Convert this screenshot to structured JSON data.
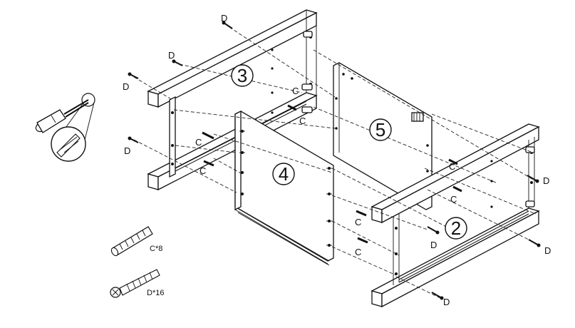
{
  "parts": {
    "p2": "2",
    "p3": "3",
    "p4": "4",
    "p5": "5"
  },
  "fastener_labels": {
    "c": "C",
    "d": "D"
  },
  "legend": {
    "dowel": {
      "label": "C*8",
      "icon": "wood-dowel-icon"
    },
    "screw": {
      "label": "D*16",
      "icon": "screw-icon"
    }
  },
  "tool": {
    "icon": "screwdriver-icon"
  }
}
